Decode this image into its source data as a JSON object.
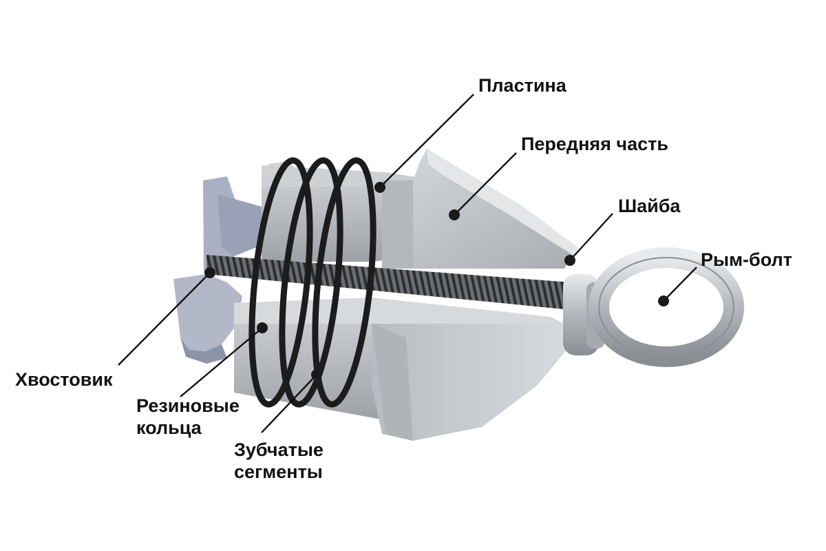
{
  "labels": {
    "plate": "Пластина",
    "front": "Передняя часть",
    "washer": "Шайба",
    "eyebolt": "Рым-болт",
    "shank": "Хвостовик",
    "rings_line1": "Резиновые",
    "rings_line2": "кольца",
    "segments_line1": "Зубчатые",
    "segments_line2": "сегменты"
  },
  "colors": {
    "metal_light": "#c9ccd0",
    "metal_mid": "#aeb2b7",
    "metal_dark": "#8f9399",
    "ring": "#1c1c1c",
    "thread": "#3a3a3a"
  }
}
